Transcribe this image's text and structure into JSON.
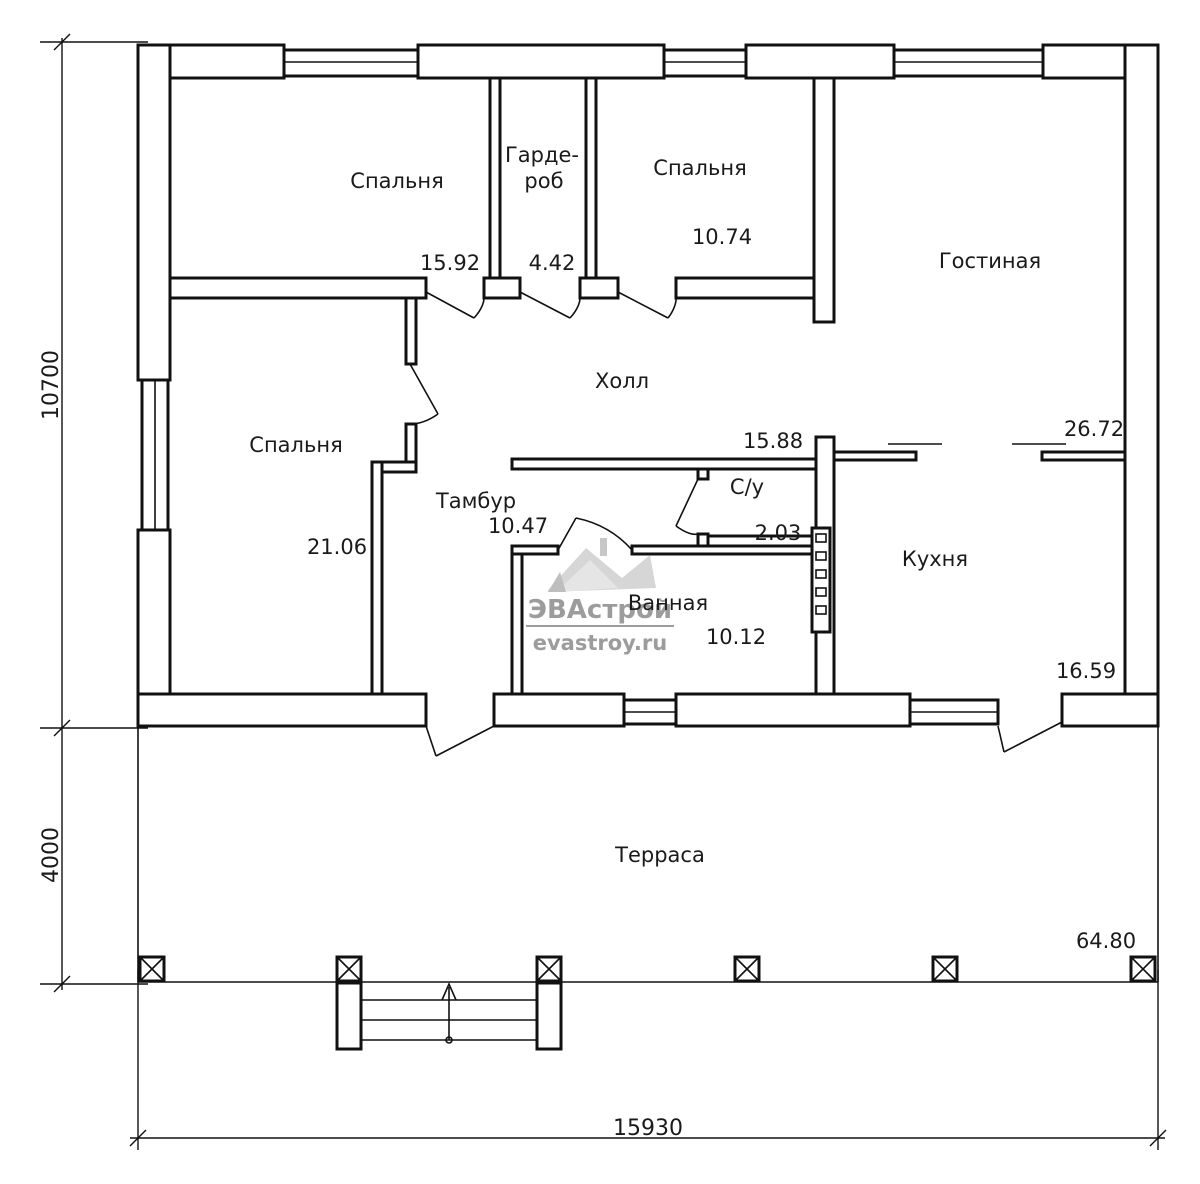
{
  "rooms": {
    "bedroom_top_left": {
      "name": "Спальня",
      "area": "15.92"
    },
    "wardrobe": {
      "name_line1": "Гарде-",
      "name_line2": "роб",
      "area": "4.42"
    },
    "bedroom_top_mid": {
      "name": "Спальня",
      "area": "10.74"
    },
    "living": {
      "name": "Гостиная",
      "area": "26.72"
    },
    "hall": {
      "name": "Холл",
      "area": "15.88"
    },
    "bedroom_left": {
      "name": "Спальня",
      "area": "21.06"
    },
    "vestibule": {
      "name": "Тамбур",
      "area": "10.47"
    },
    "wc": {
      "name": "С/у",
      "area": "2.03"
    },
    "kitchen": {
      "name": "Кухня",
      "area": "16.59"
    },
    "bathroom": {
      "name": "Ванная",
      "area": "10.12"
    },
    "terrace": {
      "name": "Терраса",
      "area": "64.80"
    }
  },
  "dimensions": {
    "height_house": "10700",
    "height_terrace": "4000",
    "width_total": "15930"
  },
  "watermark": {
    "brand": "ЭВАстрой",
    "site": "evastroy.ru",
    "color": "#9c9c9c"
  },
  "colors": {
    "line": "#111111",
    "background": "#ffffff"
  }
}
